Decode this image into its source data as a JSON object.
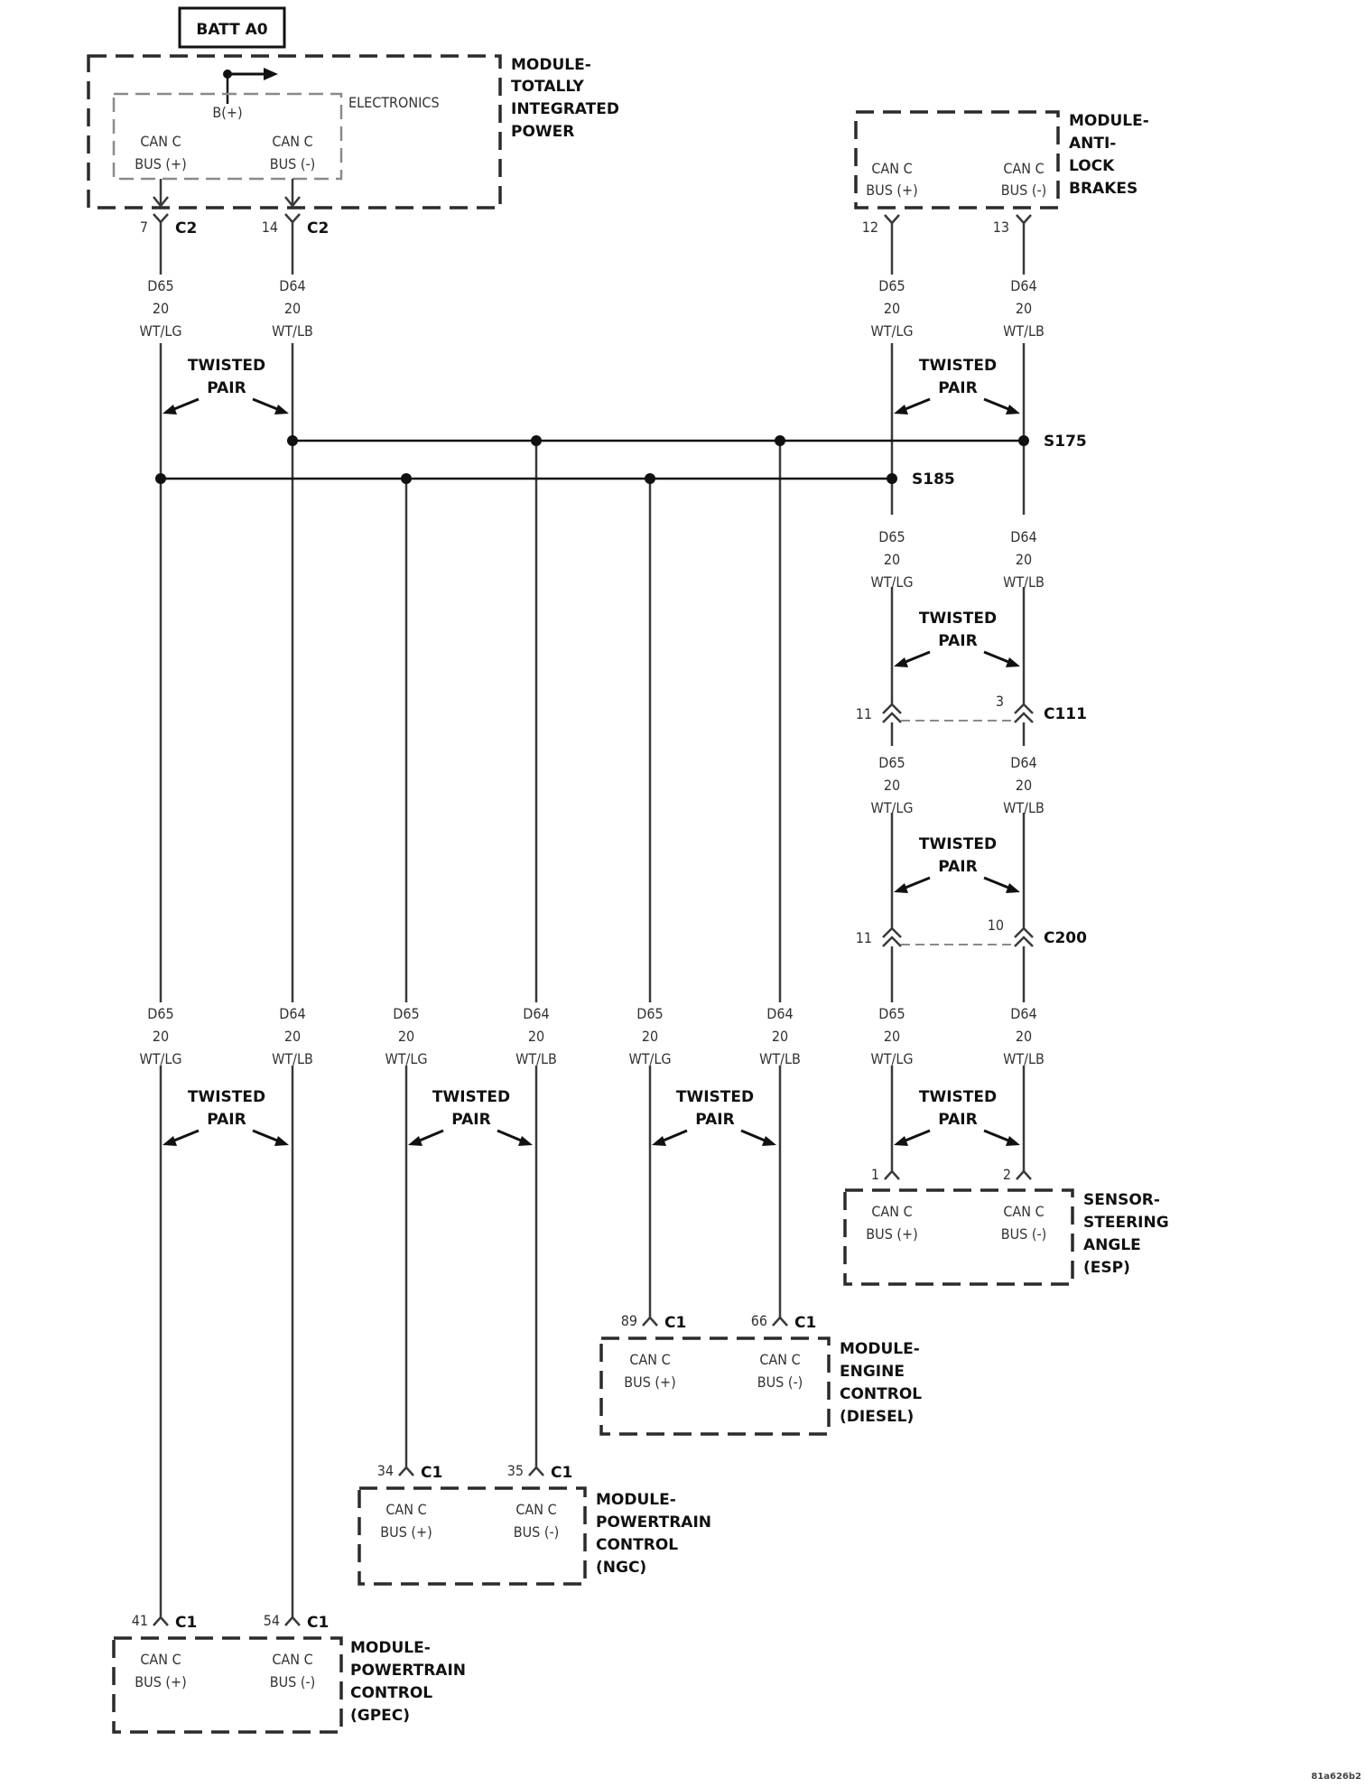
{
  "battery": {
    "label": "BATT A0"
  },
  "wire": {
    "can_plus": {
      "circuit": "D65",
      "gauge": "20",
      "color": "WT/LG"
    },
    "can_minus": {
      "circuit": "D64",
      "gauge": "20",
      "color": "WT/LB"
    },
    "twisted_pair": [
      "TWISTED",
      "PAIR"
    ]
  },
  "can": {
    "name": "CAN C",
    "bus_plus": "BUS (+)",
    "bus_minus": "BUS (-)"
  },
  "modules": {
    "tipm": {
      "title": [
        "MODULE-",
        "TOTALLY",
        "INTEGRATED",
        "POWER"
      ],
      "inner_label": "ELECTRONICS",
      "power_pin": "B(+)",
      "pins": {
        "plus": "7",
        "minus": "14"
      },
      "connector": "C2"
    },
    "abs": {
      "title": [
        "MODULE-",
        "ANTI-",
        "LOCK",
        "BRAKES"
      ],
      "pins": {
        "plus": "12",
        "minus": "13"
      }
    },
    "sas": {
      "title": [
        "SENSOR-",
        "STEERING",
        "ANGLE",
        "(ESP)"
      ],
      "pins": {
        "plus": "1",
        "minus": "2"
      }
    },
    "ecm": {
      "title": [
        "MODULE-",
        "ENGINE",
        "CONTROL",
        "(DIESEL)"
      ],
      "pins": {
        "plus": "89",
        "minus": "66"
      },
      "connector": "C1"
    },
    "pcm_ngc": {
      "title": [
        "MODULE-",
        "POWERTRAIN",
        "CONTROL",
        "(NGC)"
      ],
      "pins": {
        "plus": "34",
        "minus": "35"
      },
      "connector": "C1"
    },
    "pcm_gpec": {
      "title": [
        "MODULE-",
        "POWERTRAIN",
        "CONTROL",
        "(GPEC)"
      ],
      "pins": {
        "plus": "41",
        "minus": "54"
      },
      "connector": "C1"
    }
  },
  "splices": {
    "minus": "S175",
    "plus": "S185"
  },
  "inline_connectors": [
    {
      "name": "C111",
      "pin_plus": "11",
      "pin_minus": "3"
    },
    {
      "name": "C200",
      "pin_plus": "11",
      "pin_minus": "10"
    }
  ],
  "footer": "81a626b2"
}
